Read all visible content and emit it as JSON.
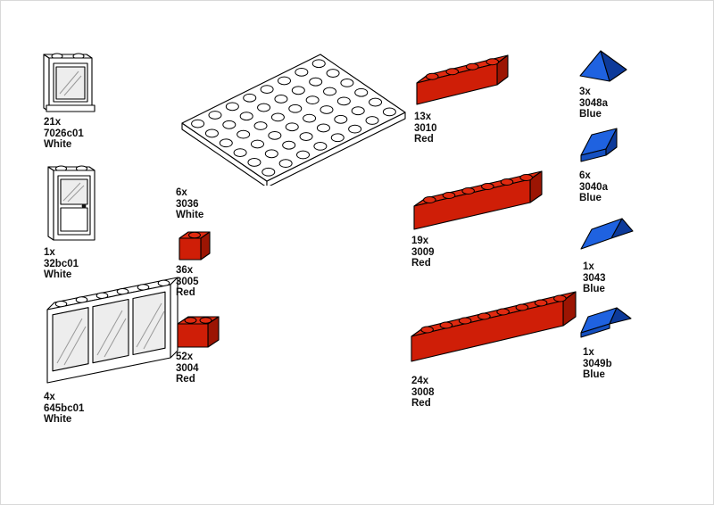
{
  "page": {
    "background": "#ffffff"
  },
  "colors": {
    "red_top": "#e02a10",
    "red_front": "#cf1e07",
    "red_side": "#9c1503",
    "blue_light": "#1f62e0",
    "blue_mid": "#1550c0",
    "blue_dark": "#0d3a9a",
    "piece_white": "#ffffff",
    "glass_gray": "#ededed"
  },
  "parts": [
    {
      "qty": "21x",
      "part": "7026c01",
      "color_name": "White",
      "shape": "window-1x2x3"
    },
    {
      "qty": "1x",
      "part": "32bc01",
      "color_name": "White",
      "shape": "window-1x2x4"
    },
    {
      "qty": "4x",
      "part": "645bc01",
      "color_name": "White",
      "shape": "window-1x6x2-three-panes"
    },
    {
      "qty": "6x",
      "part": "3036",
      "color_name": "White",
      "shape": "plate-6x8"
    },
    {
      "qty": "36x",
      "part": "3005",
      "color_name": "Red",
      "shape": "brick-1x1"
    },
    {
      "qty": "52x",
      "part": "3004",
      "color_name": "Red",
      "shape": "brick-1x2"
    },
    {
      "qty": "13x",
      "part": "3010",
      "color_name": "Red",
      "shape": "brick-1x4"
    },
    {
      "qty": "19x",
      "part": "3009",
      "color_name": "Red",
      "shape": "brick-1x6"
    },
    {
      "qty": "24x",
      "part": "3008",
      "color_name": "Red",
      "shape": "brick-1x8"
    },
    {
      "qty": "3x",
      "part": "3048a",
      "color_name": "Blue",
      "shape": "slope-45-1x2-triple"
    },
    {
      "qty": "6x",
      "part": "3040a",
      "color_name": "Blue",
      "shape": "slope-45-2x1"
    },
    {
      "qty": "1x",
      "part": "3043",
      "color_name": "Blue",
      "shape": "slope-45-2x2-ridge"
    },
    {
      "qty": "1x",
      "part": "3049b",
      "color_name": "Blue",
      "shape": "slope-45-1x2-double"
    }
  ]
}
